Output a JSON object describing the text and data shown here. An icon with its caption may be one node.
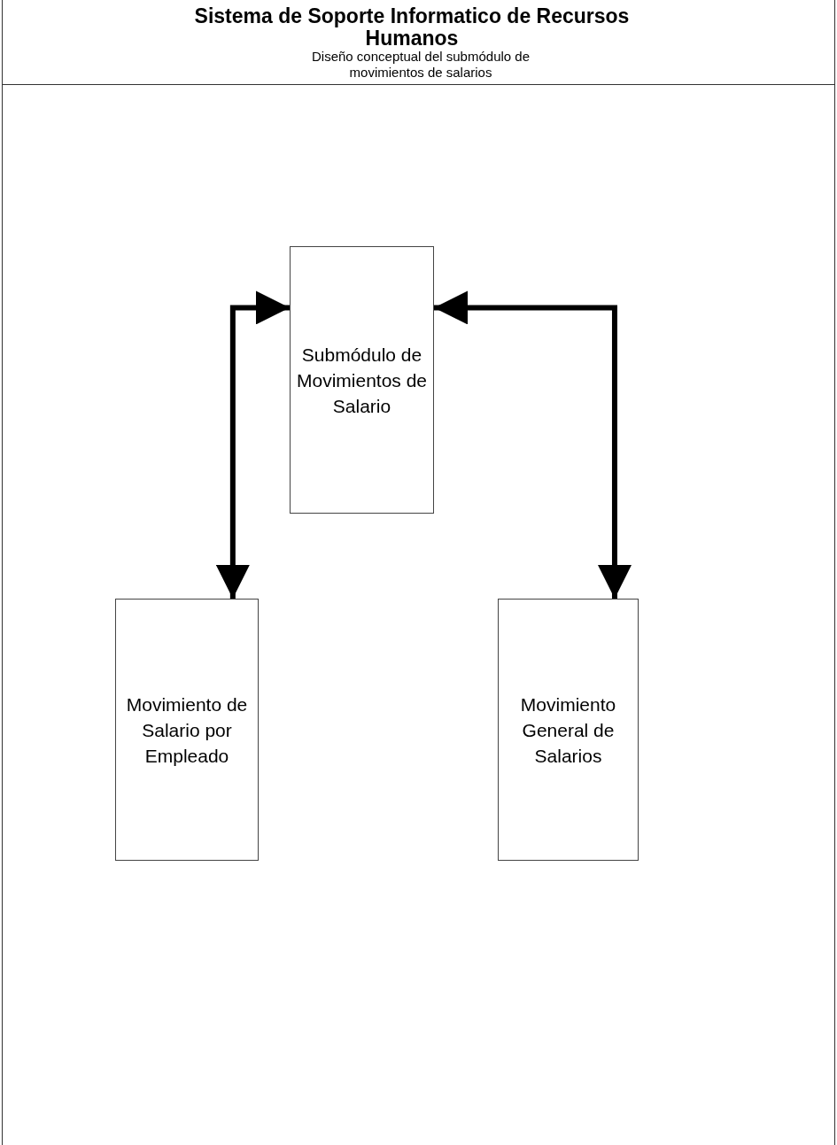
{
  "diagram": {
    "title": "Sistema de Soporte Informatico de Recursos Humanos",
    "nodes": [
      {
        "text": [
          "Submódulo de Movimientos de Salario"
        ]
      },
      {
        "text": [
          "Movimiento de Salario por Empleado"
        ]
      },
      {
        "text": [
          "Movimiento General de Salarios"
        ]
      }
    ],
    "edges": [
      {
        "from": 0,
        "to": 1,
        "arrow": "both"
      },
      {
        "from": 0,
        "to": 2,
        "arrow": "both"
      }
    ],
    "labels": [
      "Diseño conceptual del submódulo de movimientos de salarios"
    ]
  }
}
